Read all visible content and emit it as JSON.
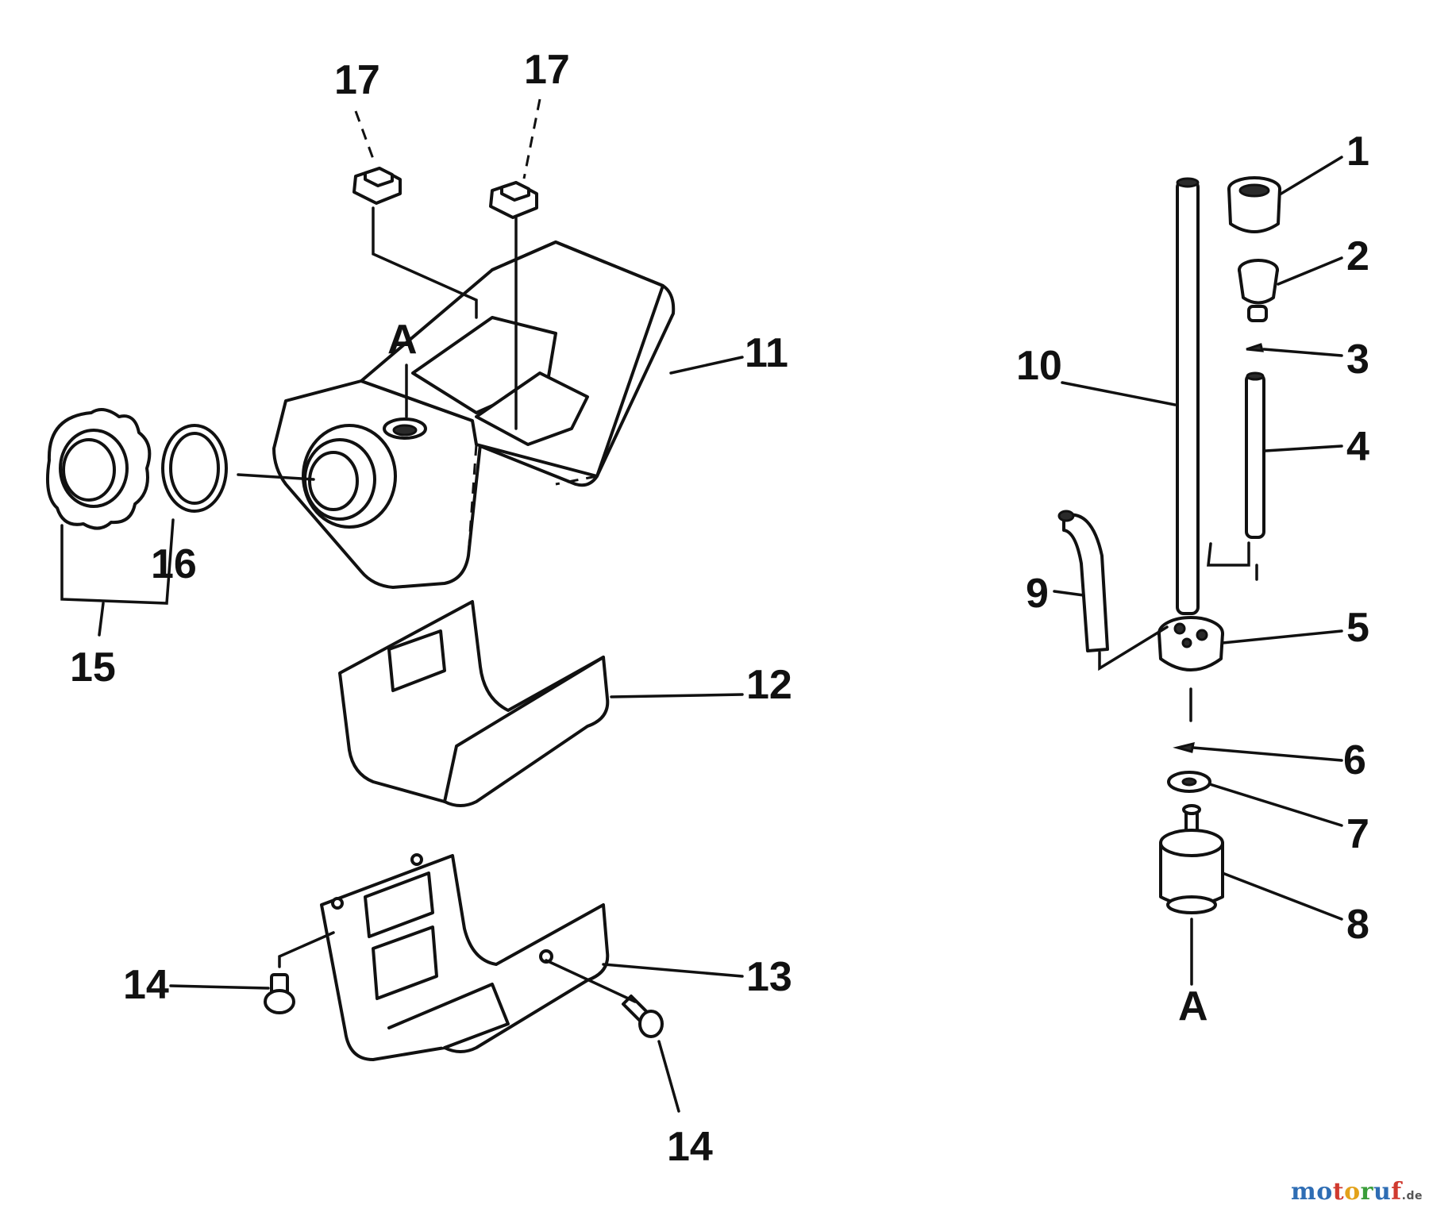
{
  "labels": {
    "p1": "1",
    "p2": "2",
    "p3": "3",
    "p4": "4",
    "p5": "5",
    "p6": "6",
    "p7": "7",
    "p8": "8",
    "p9": "9",
    "p10": "10",
    "p11": "11",
    "p12": "12",
    "p13": "13",
    "p14_left": "14",
    "p14_bottom": "14",
    "p15": "15",
    "p16": "16",
    "p17_left": "17",
    "p17_right": "17",
    "a_tank": "A",
    "a_filter": "A"
  },
  "watermark": {
    "text": "motoruf",
    "suffix": ".de",
    "letter_colors": [
      "#2e6db4",
      "#2e6db4",
      "#d03a2f",
      "#e3a21a",
      "#3a9d3a",
      "#2e6db4",
      "#d03a2f"
    ]
  }
}
